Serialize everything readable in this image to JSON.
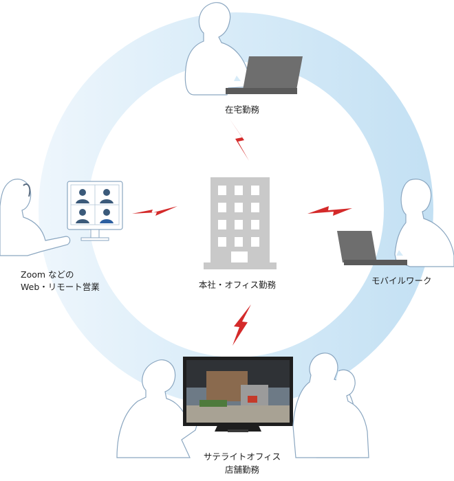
{
  "colors": {
    "ring_inner": "#ffffff",
    "ring_outer_light": "#eaf4fb",
    "ring_outer_blue": "#c7e2f4",
    "building": "#c9c9c9",
    "building_window": "#ffffff",
    "lightning": "#d42a2a",
    "laptop": "#6e6e6e",
    "figure_stroke": "#8aa6c0",
    "text": "#1f1f1f"
  },
  "nodes": {
    "home": {
      "label": "在宅勤務",
      "icon": "laptop-person-icon"
    },
    "mobile": {
      "label": "モバイルワーク",
      "icon": "laptop-person-icon"
    },
    "web": {
      "line1": "Zoom などの",
      "line2": "Web・リモート営業",
      "icon": "video-call-person-icon"
    },
    "satellite": {
      "line1": "サテライトオフィス",
      "line2": "店舗勤務",
      "icon": "presentation-screen-icon"
    },
    "center": {
      "label": "本社・オフィス勤務",
      "icon": "office-building-icon"
    }
  }
}
